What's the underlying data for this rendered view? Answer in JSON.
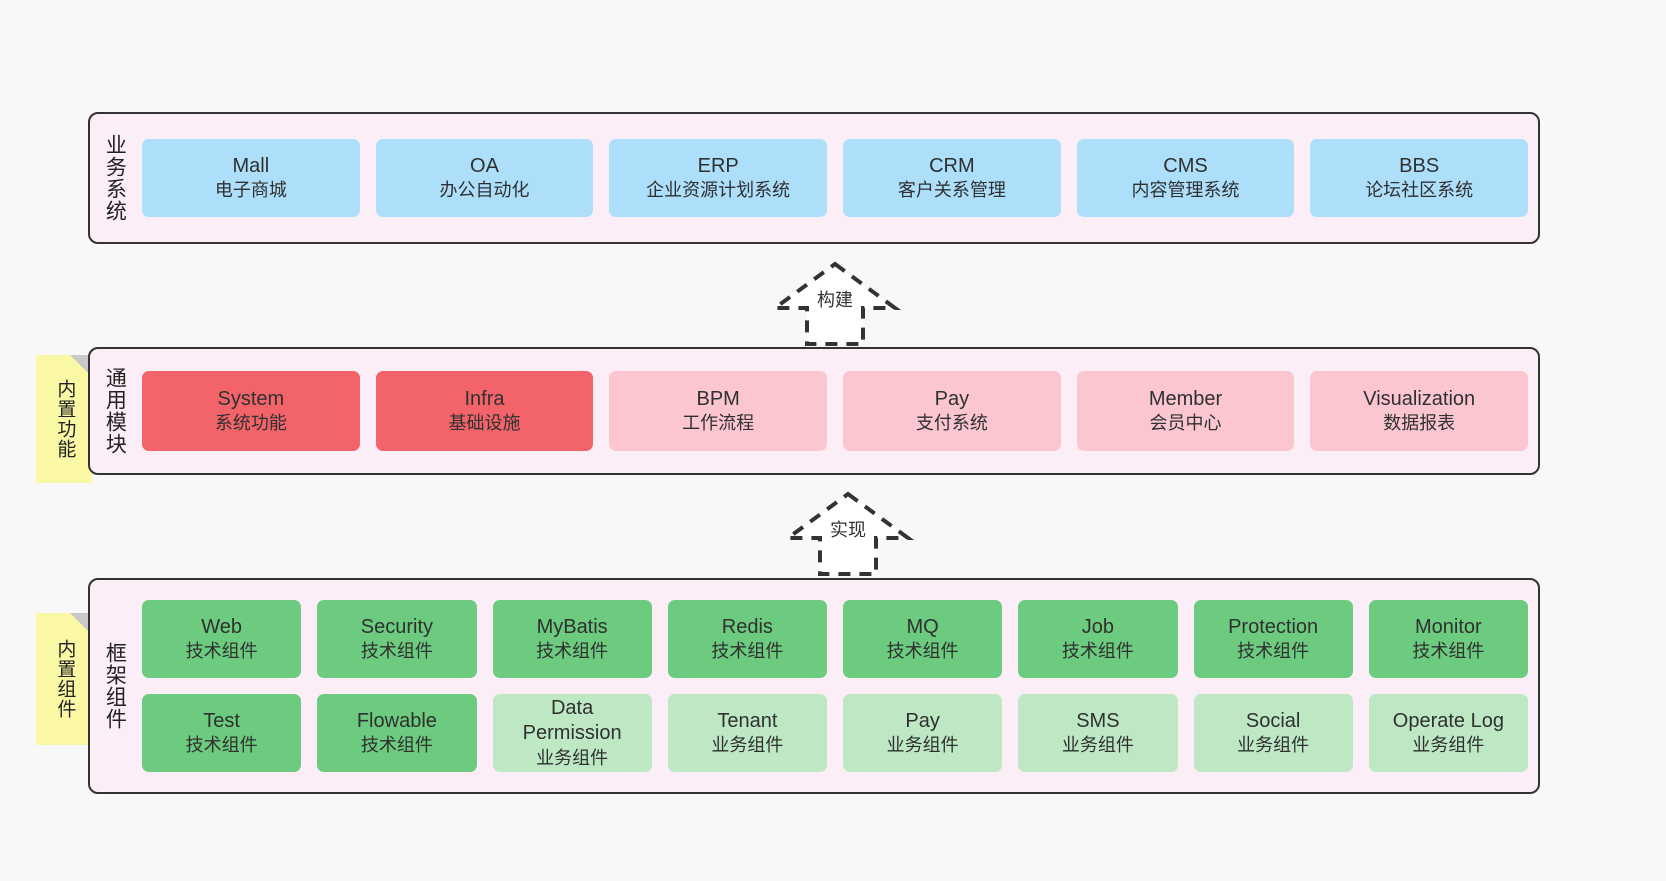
{
  "canvas": {
    "background": "#f8f8f8"
  },
  "palette": {
    "panel_fill": "#fbeef6",
    "panel_border": "#333333",
    "blue": "#addffb",
    "red": "#f2646a",
    "pink": "#fbc6d0",
    "green": "#6ccb7e",
    "light_green": "#bee8c4",
    "note_yellow": "#fbf8a5",
    "note_fold": "#c9c9c9"
  },
  "layers": {
    "business": {
      "title": "业务系统",
      "cards": [
        {
          "name": "Mall",
          "desc": "电子商城",
          "color": "blue"
        },
        {
          "name": "OA",
          "desc": "办公自动化",
          "color": "blue"
        },
        {
          "name": "ERP",
          "desc": "企业资源计划系统",
          "color": "blue"
        },
        {
          "name": "CRM",
          "desc": "客户关系管理",
          "color": "blue"
        },
        {
          "name": "CMS",
          "desc": "内容管理系统",
          "color": "blue"
        },
        {
          "name": "BBS",
          "desc": "论坛社区系统",
          "color": "blue"
        }
      ]
    },
    "modules": {
      "title": "通用模块",
      "note": "内置功能",
      "cards": [
        {
          "name": "System",
          "desc": "系统功能",
          "color": "red"
        },
        {
          "name": "Infra",
          "desc": "基础设施",
          "color": "red"
        },
        {
          "name": "BPM",
          "desc": "工作流程",
          "color": "pink"
        },
        {
          "name": "Pay",
          "desc": "支付系统",
          "color": "pink"
        },
        {
          "name": "Member",
          "desc": "会员中心",
          "color": "pink"
        },
        {
          "name": "Visualization",
          "desc": "数据报表",
          "color": "pink"
        }
      ]
    },
    "framework": {
      "title": "框架组件",
      "note": "内置组件",
      "row1": [
        {
          "name": "Web",
          "desc": "技术组件",
          "color": "green"
        },
        {
          "name": "Security",
          "desc": "技术组件",
          "color": "green"
        },
        {
          "name": "MyBatis",
          "desc": "技术组件",
          "color": "green"
        },
        {
          "name": "Redis",
          "desc": "技术组件",
          "color": "green"
        },
        {
          "name": "MQ",
          "desc": "技术组件",
          "color": "green"
        },
        {
          "name": "Job",
          "desc": "技术组件",
          "color": "green"
        },
        {
          "name": "Protection",
          "desc": "技术组件",
          "color": "green"
        },
        {
          "name": "Monitor",
          "desc": "技术组件",
          "color": "green"
        }
      ],
      "row2": [
        {
          "name": "Test",
          "desc": "技术组件",
          "color": "green"
        },
        {
          "name": "Flowable",
          "desc": "技术组件",
          "color": "green"
        },
        {
          "name": "Data\nPermission",
          "desc": "业务组件",
          "color": "light_green"
        },
        {
          "name": "Tenant",
          "desc": "业务组件",
          "color": "light_green"
        },
        {
          "name": "Pay",
          "desc": "业务组件",
          "color": "light_green"
        },
        {
          "name": "SMS",
          "desc": "业务组件",
          "color": "light_green"
        },
        {
          "name": "Social",
          "desc": "业务组件",
          "color": "light_green"
        },
        {
          "name": "Operate Log",
          "desc": "业务组件",
          "color": "light_green"
        }
      ]
    }
  },
  "connectors": [
    {
      "label": "构建",
      "from": "通用模块",
      "to": "业务系统"
    },
    {
      "label": "实现",
      "from": "框架组件",
      "to": "通用模块"
    }
  ]
}
